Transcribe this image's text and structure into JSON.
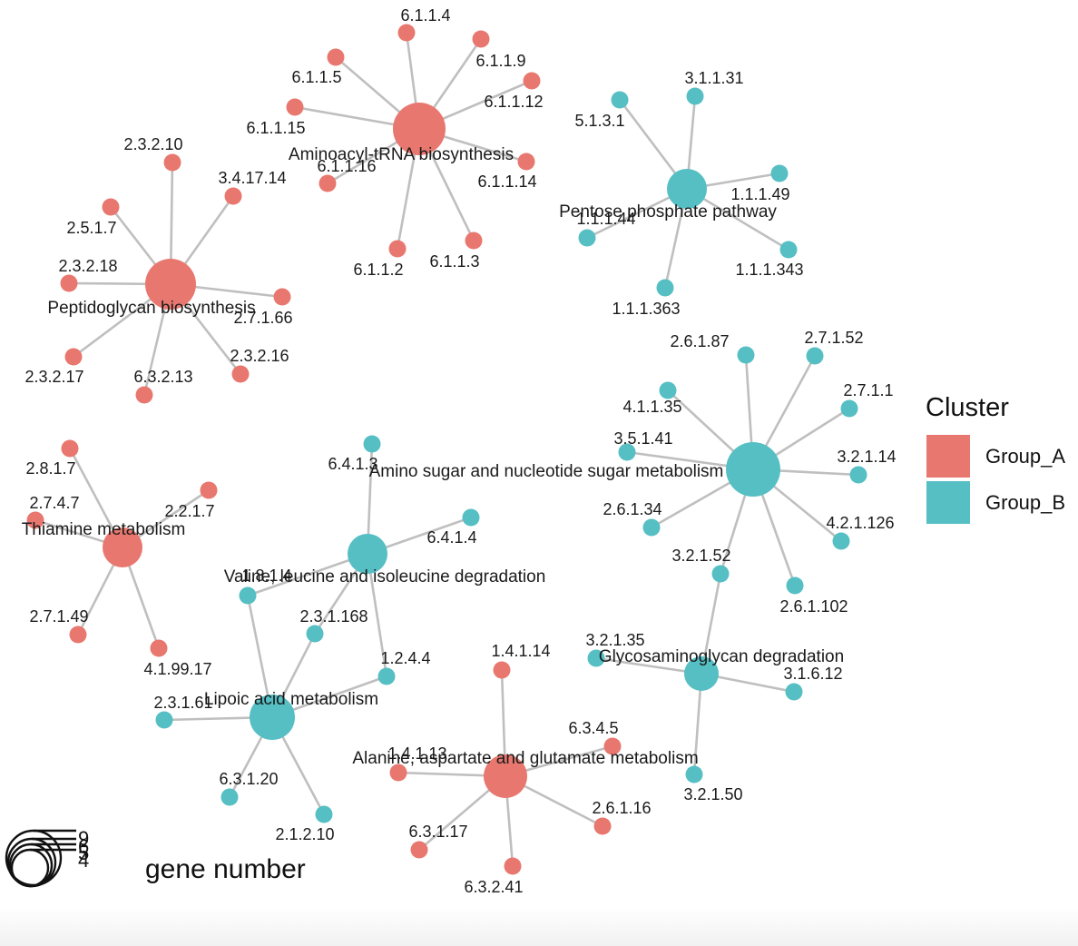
{
  "colors": {
    "Group_A": "#E8786F",
    "Group_B": "#55BFC4",
    "edge": "#BFBFBF"
  },
  "legend": {
    "cluster_title": "Cluster",
    "items": [
      {
        "label": "Group_A",
        "group": "Group_A"
      },
      {
        "label": "Group_B",
        "group": "Group_B"
      }
    ],
    "size_title": "gene number",
    "size_values": [
      "9",
      "6",
      "5",
      "4"
    ]
  },
  "pathways": [
    {
      "name": "Aminoacyl-tRNA biosynthesis",
      "group": "Group_A",
      "genes": [
        "6.1.1.4",
        "6.1.1.9",
        "6.1.1.12",
        "6.1.1.14",
        "6.1.1.3",
        "6.1.1.2",
        "6.1.1.16",
        "6.1.1.15",
        "6.1.1.5"
      ]
    },
    {
      "name": "Pentose phosphate pathway",
      "group": "Group_B",
      "genes": [
        "3.1.1.31",
        "1.1.1.49",
        "1.1.1.343",
        "1.1.1.363",
        "1.1.1.44",
        "5.1.3.1"
      ]
    },
    {
      "name": "Peptidoglycan biosynthesis",
      "group": "Group_A",
      "genes": [
        "2.3.2.10",
        "3.4.17.14",
        "2.7.1.66",
        "2.3.2.16",
        "6.3.2.13",
        "2.3.2.17",
        "2.3.2.18",
        "2.5.1.7"
      ]
    },
    {
      "name": "Amino sugar and nucleotide sugar metabolism",
      "group": "Group_B",
      "genes": [
        "2.6.1.87",
        "2.7.1.52",
        "2.7.1.1",
        "3.2.1.14",
        "4.2.1.126",
        "2.6.1.102",
        "3.2.1.52",
        "2.6.1.34",
        "3.5.1.41",
        "4.1.1.35"
      ]
    },
    {
      "name": "Thiamine metabolism",
      "group": "Group_A",
      "genes": [
        "2.8.1.7",
        "2.2.1.7",
        "4.1.99.17",
        "2.7.1.49",
        "2.7.4.7"
      ]
    },
    {
      "name": "Valine, leucine and isoleucine degradation",
      "group": "Group_B",
      "genes": [
        "6.4.1.3",
        "6.4.1.4",
        "1.2.4.4",
        "2.3.1.168",
        "1.8.1.4"
      ]
    },
    {
      "name": "Lipoic acid metabolism",
      "group": "Group_B",
      "genes": [
        "1.8.1.4",
        "2.3.1.168",
        "1.2.4.4",
        "2.1.2.10",
        "6.3.1.20",
        "2.3.1.61"
      ]
    },
    {
      "name": "Glycosaminoglycan degradation",
      "group": "Group_B",
      "genes": [
        "3.2.1.52",
        "3.1.6.12",
        "3.2.1.50",
        "3.2.1.35"
      ]
    },
    {
      "name": "Alanine, aspartate and glutamate metabolism",
      "group": "Group_A",
      "genes": [
        "1.4.1.14",
        "6.3.4.5",
        "2.6.1.16",
        "6.3.2.41",
        "6.3.1.17",
        "1.4.1.13"
      ]
    }
  ]
}
